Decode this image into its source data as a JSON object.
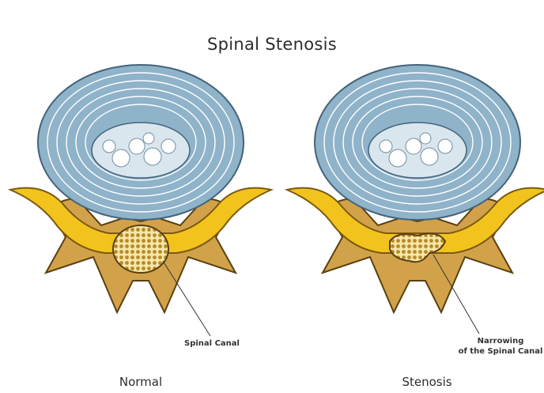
{
  "title": "Spinal Stenosis",
  "panels": [
    {
      "caption": "Normal",
      "callout": "Spinal Canal"
    },
    {
      "caption": "Stenosis",
      "callout_line1": "Narrowing",
      "callout_line2": "of the Spinal Canal"
    }
  ],
  "colors": {
    "disc_outer": "#8fb3c9",
    "disc_ring": "#ffffff",
    "nucleus": "#d9e6ee",
    "bone_yellow": "#f2c31c",
    "bone_body": "#d2a24a",
    "nerve_fill": "#f6e6a8",
    "outline": "#5a4010"
  }
}
